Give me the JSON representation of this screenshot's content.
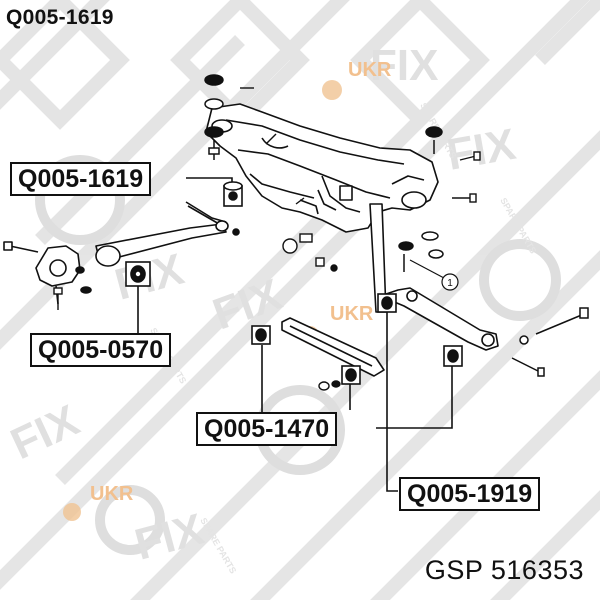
{
  "header": {
    "title": "Q005-1619"
  },
  "labels": {
    "l1619": "Q005-1619",
    "l0570": "Q005-0570",
    "l1470": "Q005-1470",
    "l1919": "Q005-1919"
  },
  "watermark": {
    "brand": "UKR",
    "brand2": "FIX",
    "tag": "SPARE PARTS"
  },
  "callout": {
    "num": "1"
  },
  "footer": {
    "text": "GSP 516353"
  },
  "colors": {
    "ink": "#111111",
    "watermark": "#dcdcdc",
    "watermark_orange": "#f4c89a"
  }
}
